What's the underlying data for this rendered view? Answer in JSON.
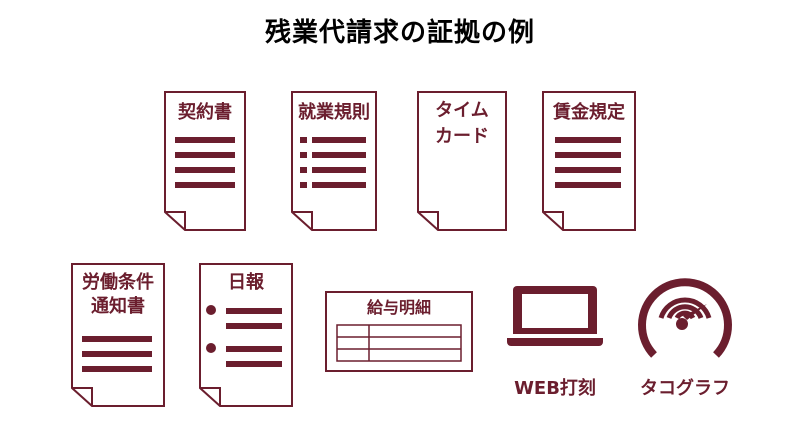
{
  "title": "残業代請求の証拠の例",
  "colors": {
    "accent": "#6b1e2e",
    "title": "#000000",
    "background": "#ffffff"
  },
  "documents": {
    "contract": {
      "label": "契約書"
    },
    "work_rules": {
      "label": "就業規則"
    },
    "timecard": {
      "label_line1": "タイム",
      "label_line2": "カード"
    },
    "wage_rules": {
      "label": "賃金規定"
    },
    "labor_conditions": {
      "label_line1": "労働条件",
      "label_line2": "通知書"
    },
    "daily_report": {
      "label": "日報"
    }
  },
  "payslip": {
    "label": "給与明細"
  },
  "web_clock": {
    "label": "WEB打刻",
    "icon": "laptop-icon"
  },
  "tachograph": {
    "label": "タコグラフ",
    "icon": "speedometer-icon"
  }
}
